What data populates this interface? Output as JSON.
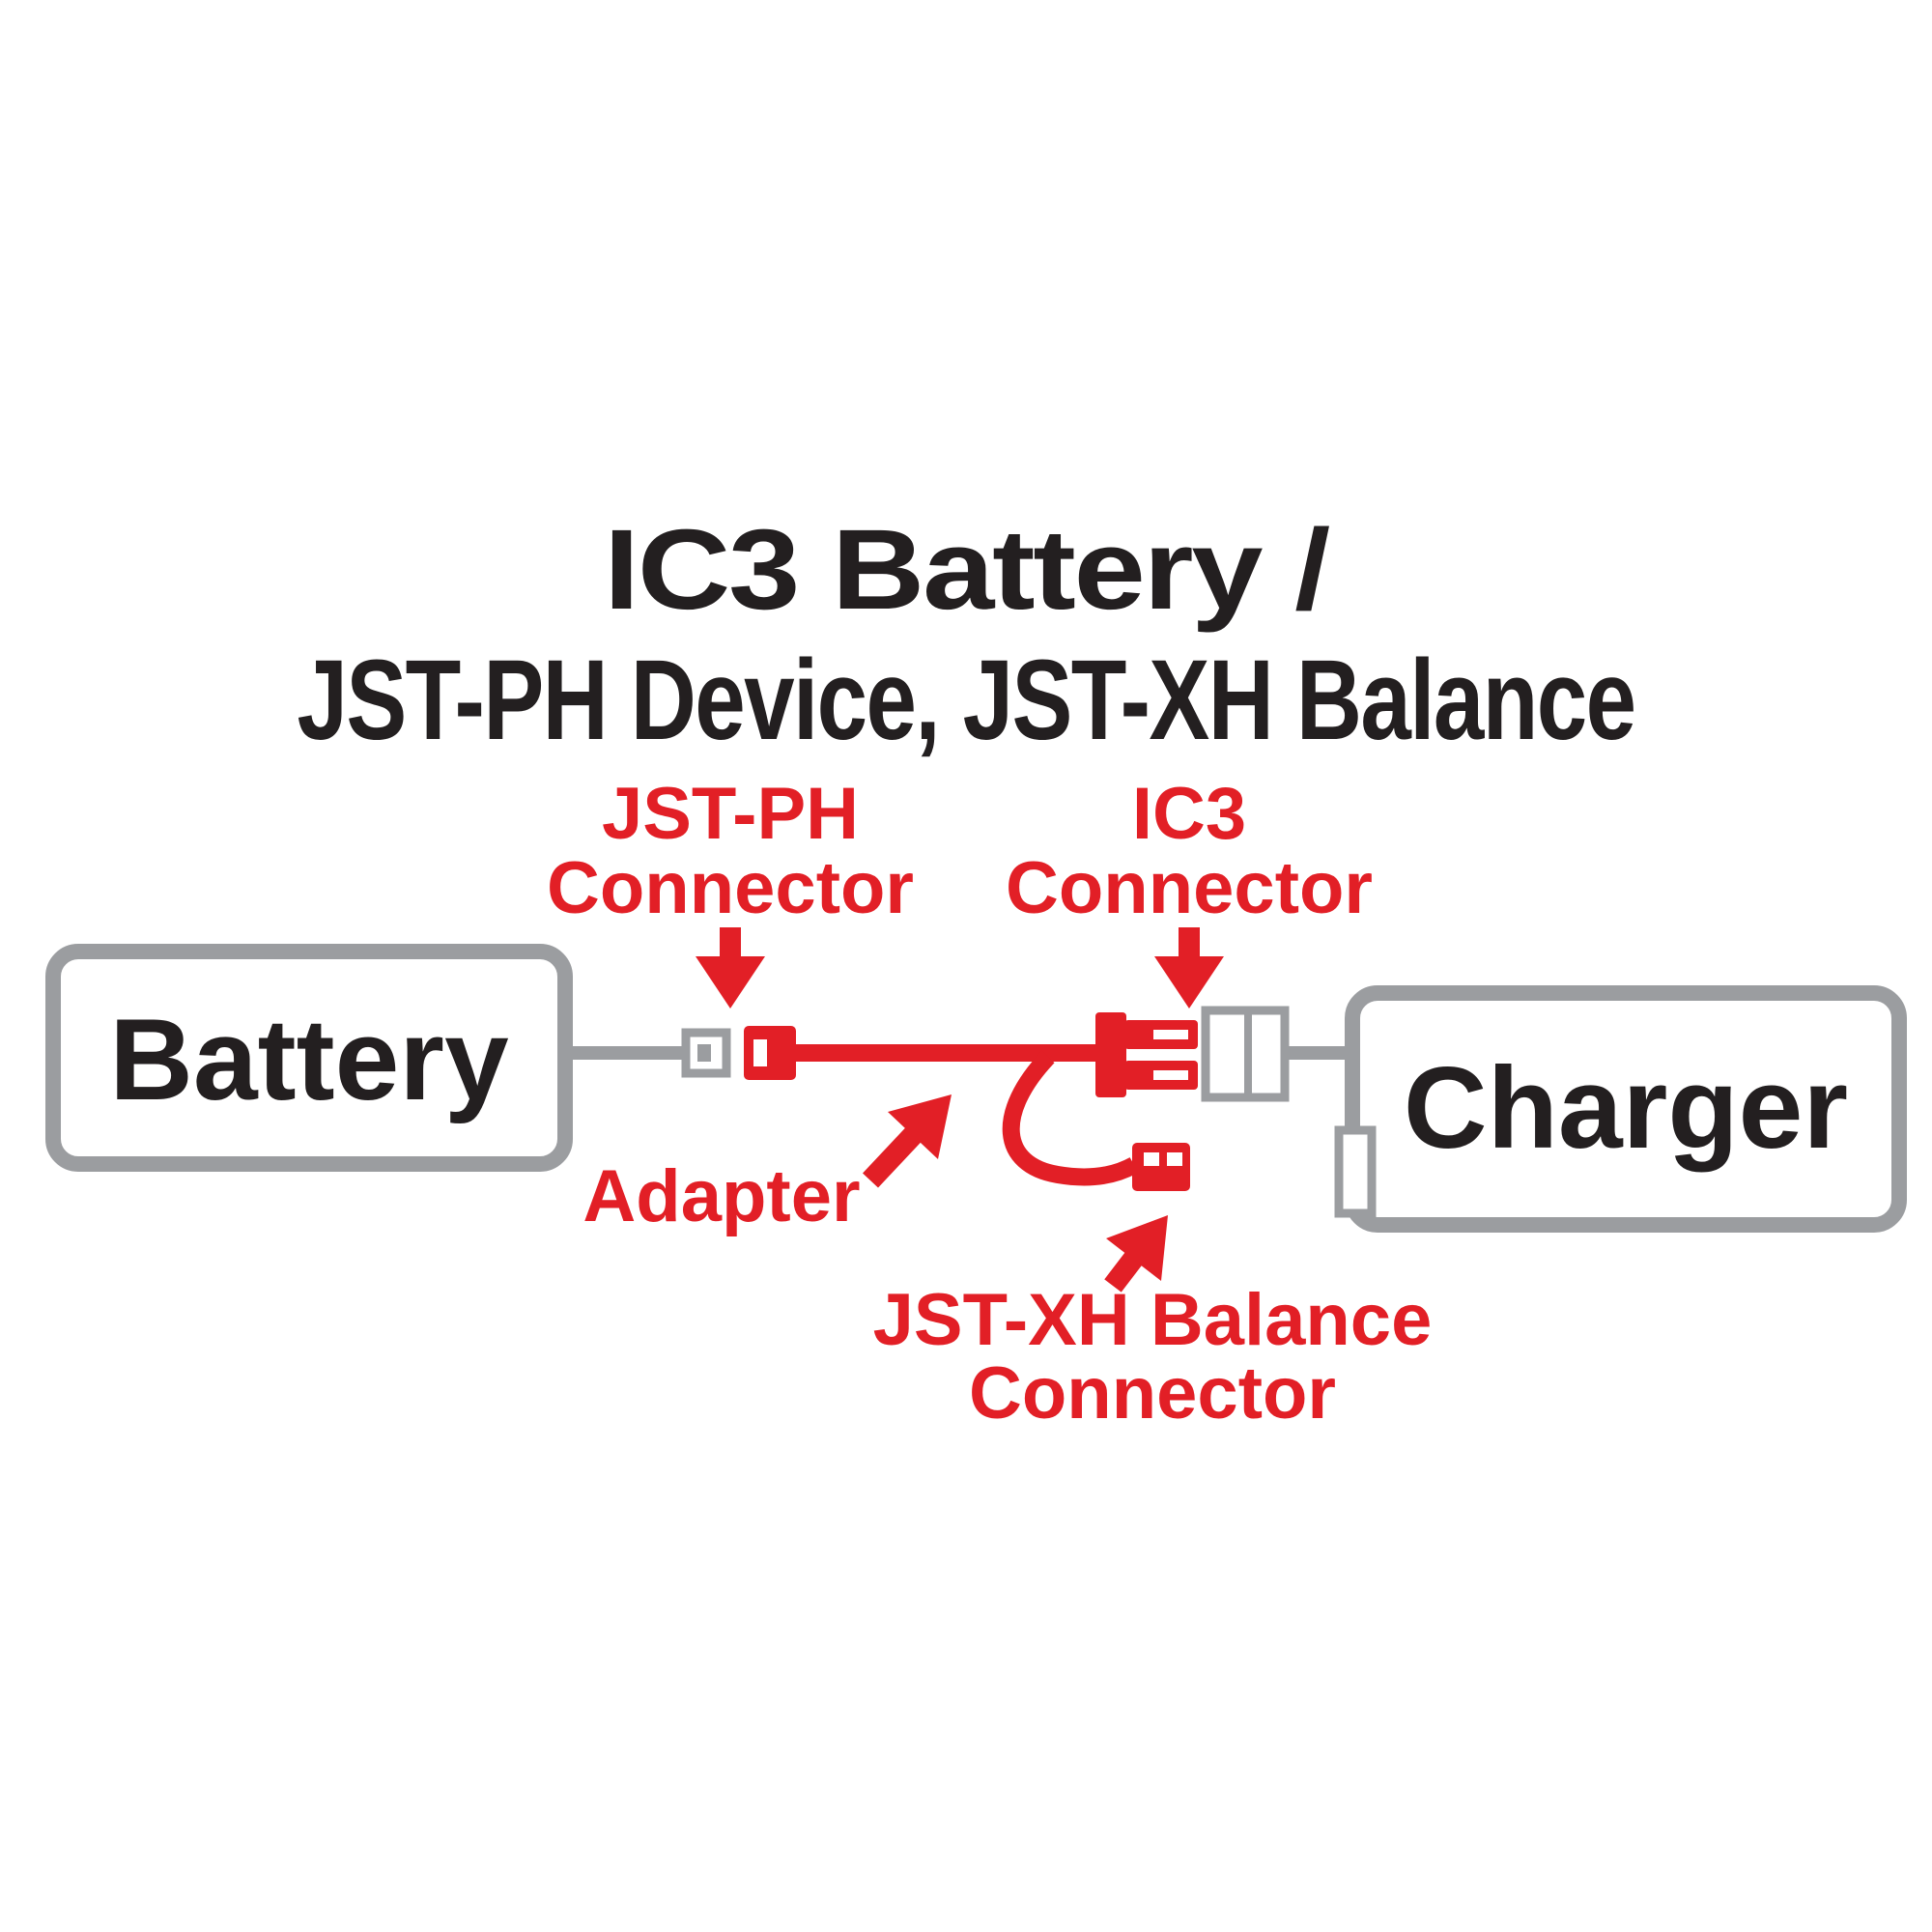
{
  "colors": {
    "red": "#e21f26",
    "gray": "#9b9da0",
    "dark": "#231f20",
    "background": "#ffffff"
  },
  "title": {
    "line1": "IC3 Battery /",
    "line2": "JST-PH Device, JST-XH Balance"
  },
  "callouts": {
    "jst_ph": {
      "label": "JST-PH",
      "sublabel": "Connector"
    },
    "ic3": {
      "label": "IC3",
      "sublabel": "Connector"
    },
    "adapter": {
      "label": "Adapter"
    },
    "jst_xh_balance": {
      "label": "JST-XH Balance",
      "sublabel": "Connector"
    }
  },
  "devices": {
    "battery": {
      "label": "Battery"
    },
    "charger": {
      "label": "Charger"
    }
  }
}
